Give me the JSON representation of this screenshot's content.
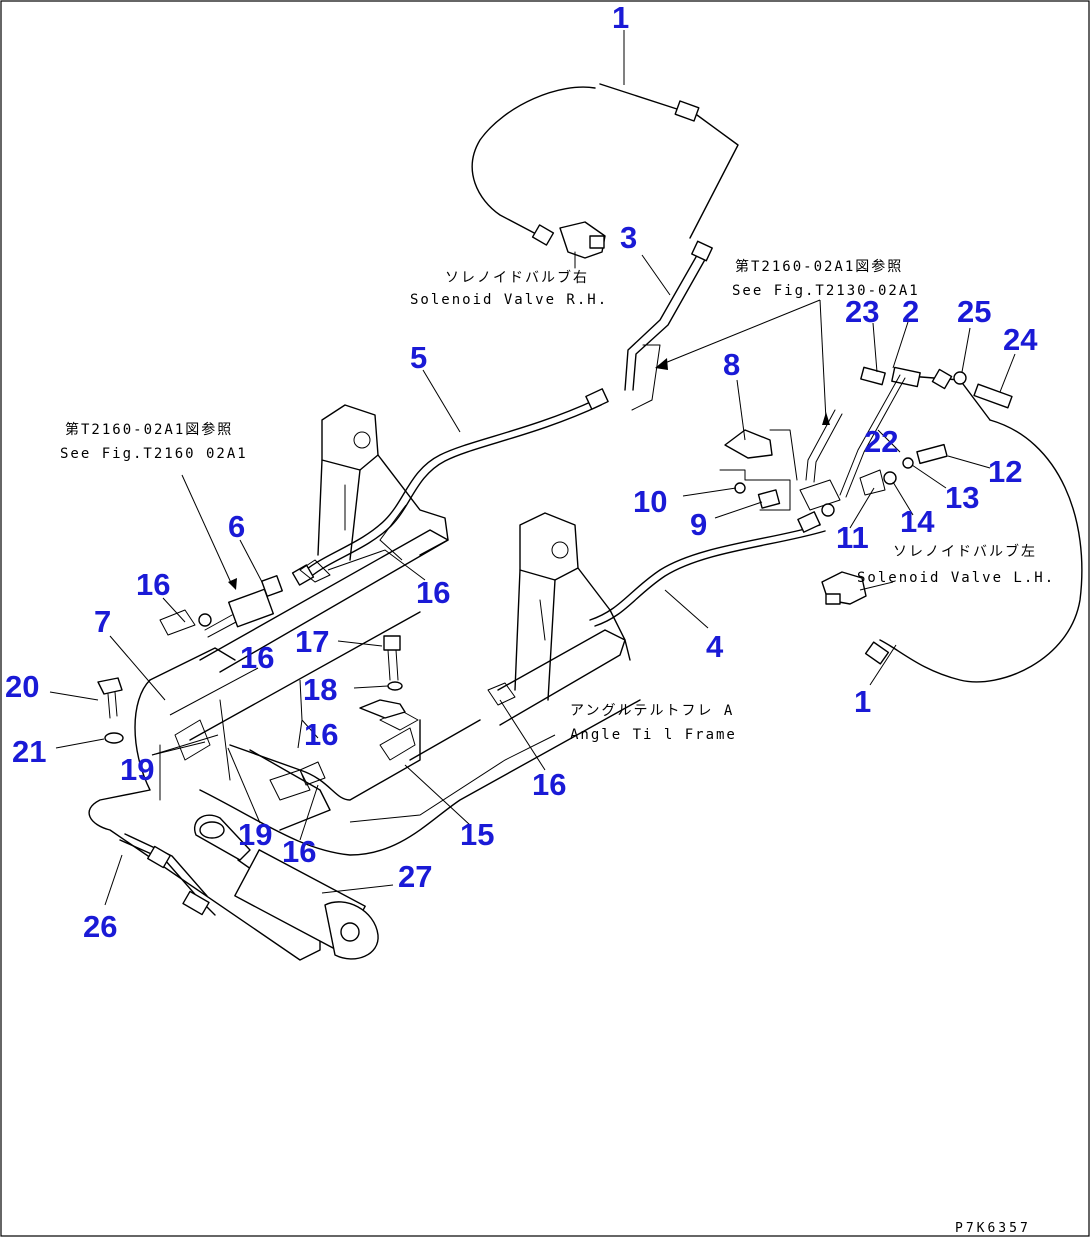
{
  "figure_code": "P7K6357",
  "colors": {
    "callout": "#1a1ad6",
    "line": "#000000",
    "background": "#ffffff"
  },
  "notes": {
    "valve_rh_jp": "ソレノイドバルブ右",
    "valve_rh_en": "Solenoid Valve R.H.",
    "ref_top_jp": "第T2160-02A1図参照",
    "ref_top_en": "See Fig.T2130-02A1",
    "ref_left_jp": "第T2160-02A1図参照",
    "ref_left_en": "See Fig.T2160 02A1",
    "valve_lh_jp": "ソレノイドバルブ左",
    "valve_lh_en": "Solenoid Valve L.H.",
    "frame_jp": "アングルテルトフレ A",
    "frame_en": "Angle Ti l Frame"
  },
  "callouts": {
    "c1a": "1",
    "c3": "3",
    "c23": "23",
    "c2": "2",
    "c25": "25",
    "c24": "24",
    "c5": "5",
    "c8": "8",
    "c22": "22",
    "c12": "12",
    "c13": "13",
    "c10": "10",
    "c9": "9",
    "c14": "14",
    "c11": "11",
    "c6": "6",
    "c16a": "16",
    "c16b": "16",
    "c7": "7",
    "c16c": "16",
    "c17": "17",
    "c4": "4",
    "c20": "20",
    "c18": "18",
    "c1b": "1",
    "c16d": "16",
    "c21": "21",
    "c19a": "19",
    "c16e": "16",
    "c15": "15",
    "c19b": "19",
    "c16f": "16",
    "c27": "27",
    "c26": "26"
  }
}
